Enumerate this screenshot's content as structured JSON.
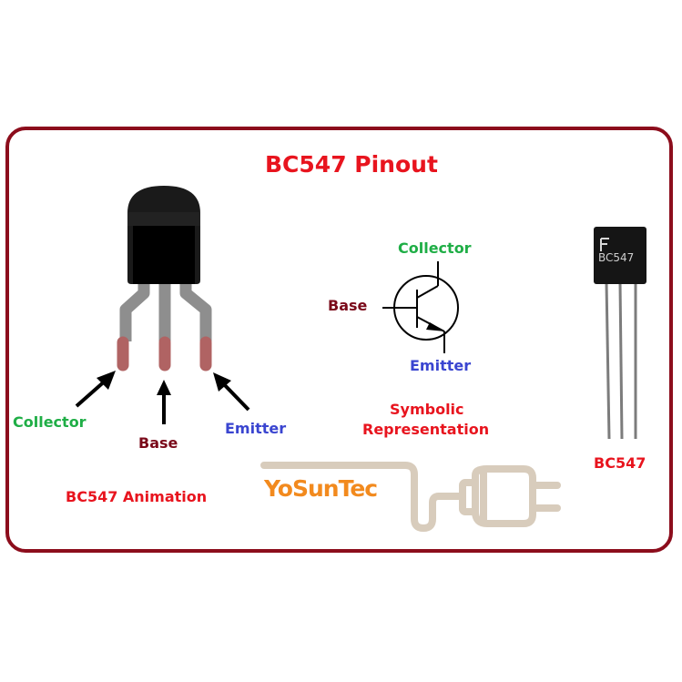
{
  "title": "BC547 Pinout",
  "animation": {
    "caption": "BC547 Animation",
    "pins": {
      "collector": "Collector",
      "base": "Base",
      "emitter": "Emitter"
    }
  },
  "symbol": {
    "caption_line1": "Symbolic",
    "caption_line2": "Representation",
    "pins": {
      "collector": "Collector",
      "base": "Base",
      "emitter": "Emitter"
    }
  },
  "photo": {
    "caption": "BC547",
    "marking": "BC547"
  },
  "logo": {
    "text": "YoSunTec"
  },
  "colors": {
    "title": "#e8141e",
    "frame": "#8c0d1c",
    "collector": "#1fae46",
    "base": "#7a0a1a",
    "emitter": "#3a45d0",
    "logo": "#f28a1e",
    "plug": "#d8ccbc"
  }
}
